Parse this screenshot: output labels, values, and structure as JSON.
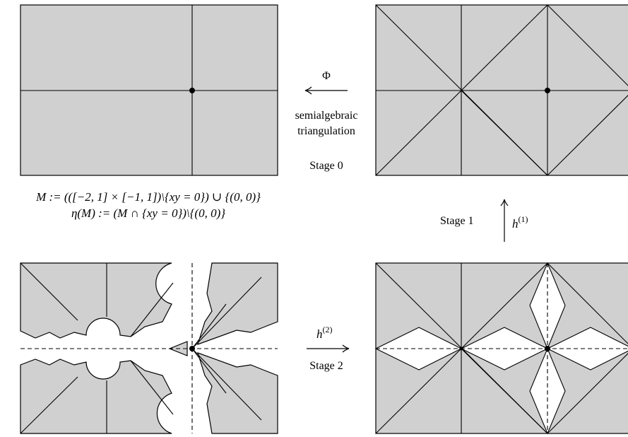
{
  "arrows": {
    "phi": "Φ",
    "h1_base": "h",
    "h1_sup": "(1)",
    "h2_base": "h",
    "h2_sup": "(2)"
  },
  "labels": {
    "triangulation_line1": "semialgebraic",
    "triangulation_line2": "triangulation",
    "stage0": "Stage 0",
    "stage1": "Stage 1",
    "stage2": "Stage 2"
  },
  "definitions": {
    "M_def": "M := (([−2, 1] × [−1, 1])\\{xy = 0}) ∪ {(0, 0)}",
    "eta_def": "η(M) := (M ∩ {xy = 0})\\{(0, 0)}"
  },
  "colors": {
    "fill": "#d0d0d0",
    "hole": "#ffffff",
    "stroke": "#000000"
  }
}
